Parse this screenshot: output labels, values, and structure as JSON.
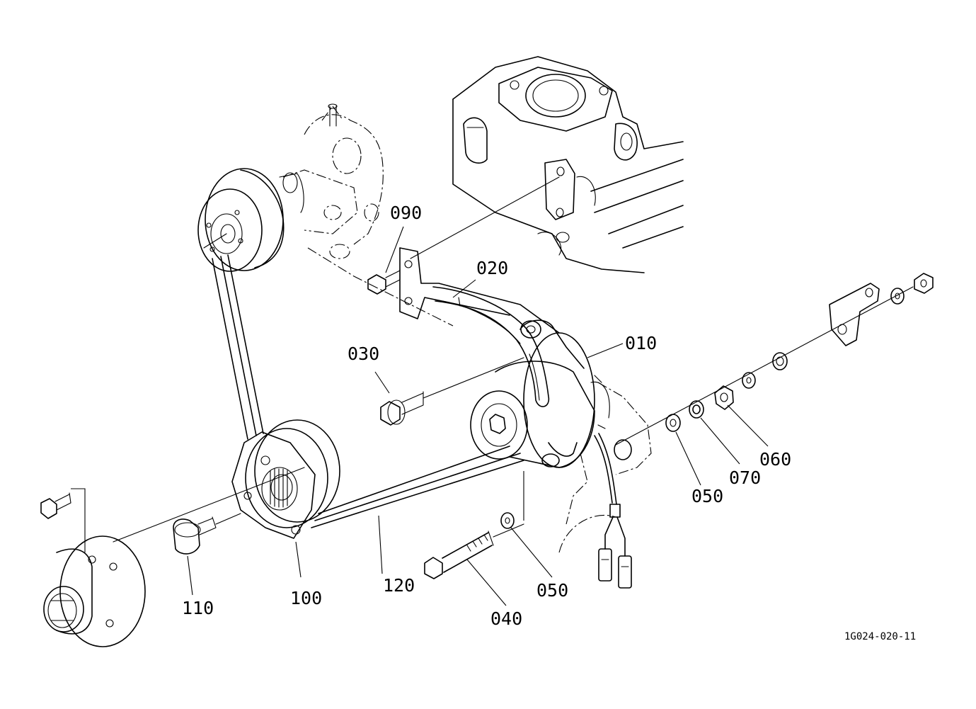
{
  "diagram": {
    "drawing_code": "1G024-020-11",
    "parts": [
      {
        "key": "p010",
        "ref": "010"
      },
      {
        "key": "p020",
        "ref": "020"
      },
      {
        "key": "p030",
        "ref": "030"
      },
      {
        "key": "p040",
        "ref": "040"
      },
      {
        "key": "p050a",
        "ref": "050"
      },
      {
        "key": "p050b",
        "ref": "050"
      },
      {
        "key": "p060",
        "ref": "060"
      },
      {
        "key": "p070",
        "ref": "070"
      },
      {
        "key": "p090",
        "ref": "090"
      },
      {
        "key": "p100",
        "ref": "100"
      },
      {
        "key": "p110",
        "ref": "110"
      },
      {
        "key": "p120",
        "ref": "120"
      }
    ],
    "line_color": "#000000",
    "background_color": "#ffffff"
  }
}
